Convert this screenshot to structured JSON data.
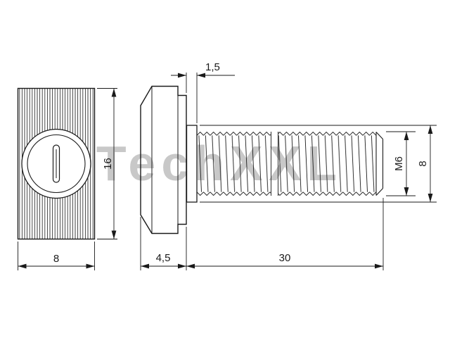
{
  "watermark": "TechXXL",
  "views": {
    "front": {
      "width_label": "8",
      "height_label": "16"
    },
    "side": {
      "lip_label": "1,5",
      "head_depth_label": "4,5",
      "thread_length_label": "30",
      "thread_label": "M6",
      "collar_diameter_label": "8"
    }
  },
  "colors": {
    "line": "#1a1a1a",
    "watermark": "#c8c8c8",
    "background": "#ffffff"
  }
}
